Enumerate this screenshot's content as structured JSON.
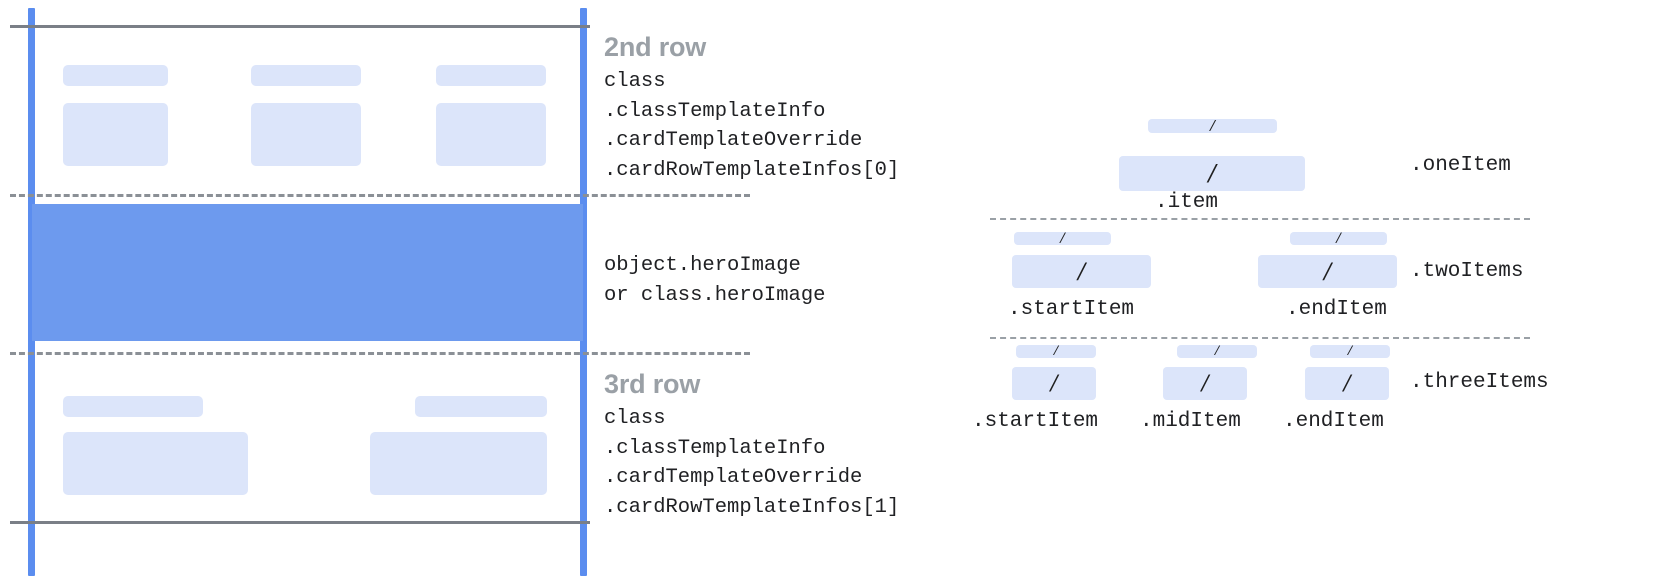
{
  "diagram": {
    "title_text_color": "#9aa0a6",
    "accent_blue": "#5b8def",
    "hero_blue": "#6d9aee",
    "placeholder_blue": "#dce5fa",
    "rule_gray": "#7a7f87"
  },
  "card": {
    "rows": [
      {
        "id": "second-row",
        "title": "2nd row",
        "code_lines": [
          "class",
          ".classTemplateInfo",
          ".cardTemplateOverride",
          ".cardRowTemplateInfos[0]"
        ],
        "placeholder_count": 3
      },
      {
        "id": "hero-row",
        "title": "",
        "code_lines": [
          "object.heroImage",
          "or class.heroImage"
        ],
        "placeholder_count": 0
      },
      {
        "id": "third-row",
        "title": "3rd row",
        "code_lines": [
          "class",
          ".classTemplateInfo",
          ".cardTemplateOverride",
          ".cardRowTemplateInfos[1]"
        ],
        "placeholder_count": 2
      }
    ]
  },
  "items": {
    "slash_glyph": "/",
    "groups": [
      {
        "id": "one-item",
        "group_label": ".oneItem",
        "cells": [
          {
            "label": ".item"
          }
        ]
      },
      {
        "id": "two-items",
        "group_label": ".twoItems",
        "cells": [
          {
            "label": ".startItem"
          },
          {
            "label": ".endItem"
          }
        ]
      },
      {
        "id": "three-items",
        "group_label": ".threeItems",
        "cells": [
          {
            "label": ".startItem"
          },
          {
            "label": ".midItem"
          },
          {
            "label": ".endItem"
          }
        ]
      }
    ]
  }
}
